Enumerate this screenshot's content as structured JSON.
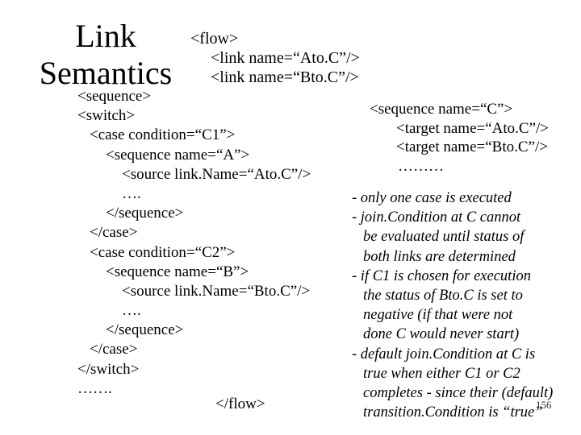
{
  "slide": {
    "title": [
      "Link",
      "Semantics"
    ],
    "flow_block": {
      "open": "<flow>",
      "links": [
        "<link  name=“Ato.C”/>",
        "<link  name=“Bto.C”/>"
      ]
    },
    "left_code": [
      {
        "indent": 0,
        "text": "<sequence>"
      },
      {
        "indent": 0,
        "text": "<switch>"
      },
      {
        "indent": 1,
        "text": "<case condition=“C1”>"
      },
      {
        "indent": 2,
        "text": "<sequence  name=“A”>"
      },
      {
        "indent": 3,
        "text": "<source link.Name=“Ato.C”/>"
      },
      {
        "indent": 3,
        "text": "…."
      },
      {
        "indent": 2,
        "text": "</sequence>"
      },
      {
        "indent": 1,
        "text": "</case>"
      },
      {
        "indent": 1,
        "text": "<case condition=“C2”>"
      },
      {
        "indent": 2,
        "text": "<sequence  name=“B”>"
      },
      {
        "indent": 3,
        "text": "<source link.Name=“Bto.C”/>"
      },
      {
        "indent": 3,
        "text": "…."
      },
      {
        "indent": 2,
        "text": "</sequence>"
      },
      {
        "indent": 1,
        "text": "</case>"
      },
      {
        "indent": 0,
        "text": "</switch>"
      },
      {
        "indent": 0,
        "text": "……."
      }
    ],
    "right_code": {
      "sequence_open": "<sequence  name=“C”>",
      "targets": [
        "<target  name=“Ato.C”/>",
        "<target  name=“Bto.C”/>"
      ],
      "ellipsis": "………"
    },
    "notes": [
      {
        "continuation": false,
        "text": "- only one case is executed"
      },
      {
        "continuation": false,
        "text": "- join.Condition at C cannot"
      },
      {
        "continuation": true,
        "text": "be evaluated until status of"
      },
      {
        "continuation": true,
        "text": "both links are determined"
      },
      {
        "continuation": false,
        "text": "- if C1 is chosen for execution"
      },
      {
        "continuation": true,
        "text": "the status of Bto.C is set to"
      },
      {
        "continuation": true,
        "text": "negative (if that were not"
      },
      {
        "continuation": true,
        "text": "done C would never start)"
      },
      {
        "continuation": false,
        "text": "- default join.Condition at C is"
      },
      {
        "continuation": true,
        "text": "true when either C1 or C2"
      },
      {
        "continuation": true,
        "text": "completes - since their (default)"
      },
      {
        "continuation": true,
        "text": "transition.Condition is “true”"
      }
    ],
    "closing_flow": "</flow>",
    "page_number": "156"
  }
}
